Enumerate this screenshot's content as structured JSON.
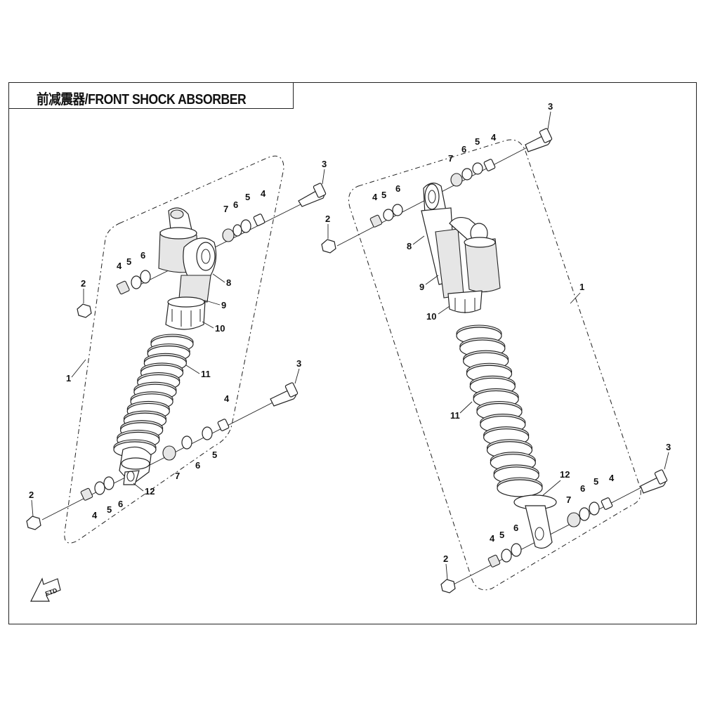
{
  "title": "前减震器/FRONT SHOCK ABSORBER",
  "labels": {
    "l_1": "1",
    "l_2a": "2",
    "l_2b": "2",
    "l_3a": "3",
    "l_3b": "3",
    "l_4a": "4",
    "l_4b": "4",
    "l_4c": "4",
    "l_5a": "5",
    "l_5b": "5",
    "l_5c": "5",
    "l_5d": "5",
    "l_6a": "6",
    "l_6b": "6",
    "l_6c": "6",
    "l_6d": "6",
    "l_7a": "7",
    "l_7b": "7",
    "l_8": "8",
    "l_9": "9",
    "l_10": "10",
    "l_11": "11",
    "l_12": "12",
    "r_1": "1",
    "r_2a": "2",
    "r_2b": "2",
    "r_3a": "3",
    "r_3b": "3",
    "r_4a": "4",
    "r_4b": "4",
    "r_4c": "4",
    "r_4d": "4",
    "r_5a": "5",
    "r_5b": "5",
    "r_5c": "5",
    "r_5d": "5",
    "r_6a": "6",
    "r_6b": "6",
    "r_6c": "6",
    "r_6d": "6",
    "r_7a": "7",
    "r_7b": "7",
    "r_8": "8",
    "r_9": "9",
    "r_10": "10",
    "r_11": "11",
    "r_12": "12"
  },
  "front_arrow_icon": "front-direction-arrow-icon"
}
